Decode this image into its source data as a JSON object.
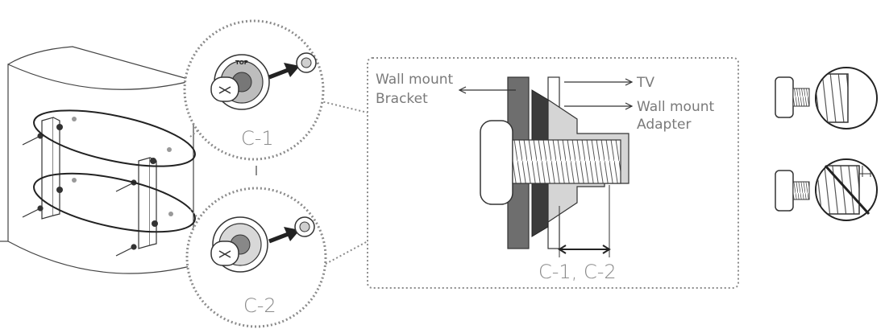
{
  "labels": {
    "wall_mount_bracket_line1": "Wall mount",
    "wall_mount_bracket_line2": "Bracket",
    "tv": "TV",
    "wall_mount_adapter_line1": "Wall mount",
    "wall_mount_adapter_line2": "Adapter",
    "c1": "C-1",
    "c2": "C-2",
    "c1_c2": "C-1, C-2",
    "top_marking": "TOP"
  },
  "colors": {
    "line": "#333333",
    "bracket_gray": "#6e6e6e",
    "dotted": "#8c8c8c",
    "label_gray": "#7a7a7a"
  },
  "icons": {
    "correct_screw": "short-screw-icon",
    "incorrect_screw": "crossed-out-long-screw-icon"
  }
}
